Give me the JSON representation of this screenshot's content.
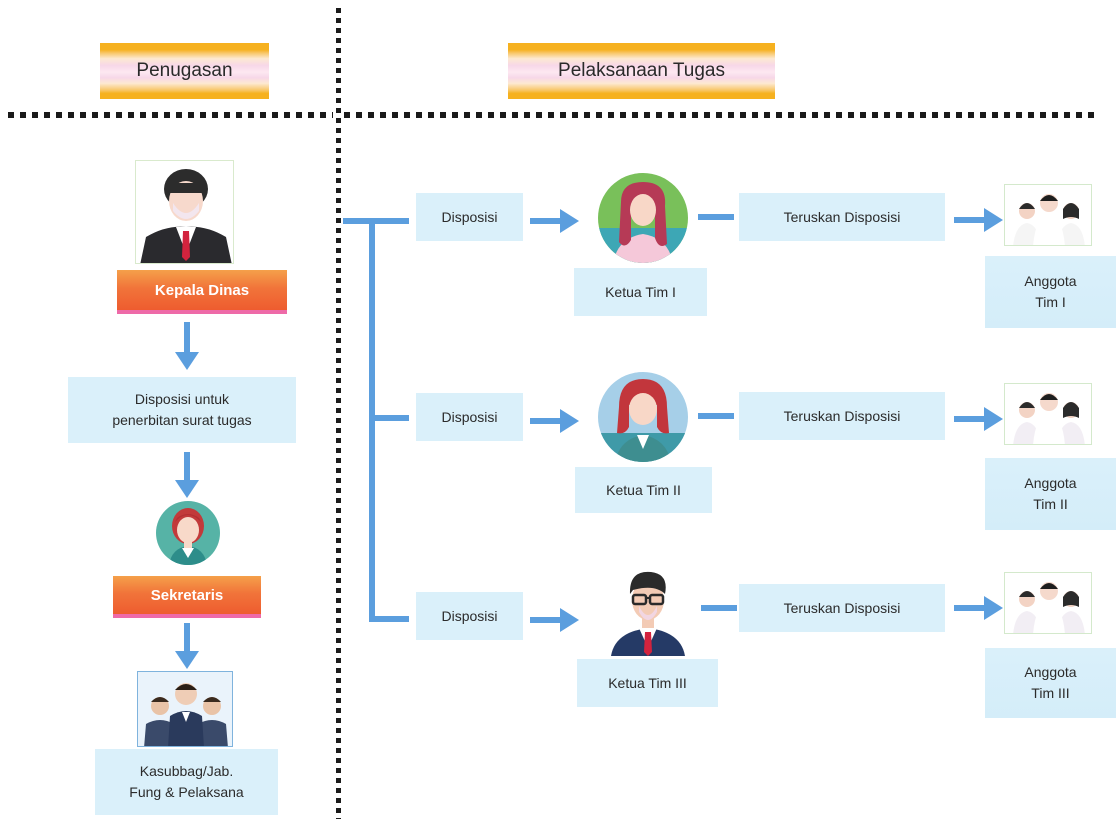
{
  "headers": {
    "left": "Penugasan",
    "right": "Pelaksanaan Tugas"
  },
  "left_flow": {
    "role1": "Kepala Dinas",
    "disposition_line1": "Disposisi untuk",
    "disposition_line2": "penerbitan surat tugas",
    "role2": "Sekretaris",
    "staff_line1": "Kasubbag/Jab.",
    "staff_line2": "Fung & Pelaksana"
  },
  "teams": [
    {
      "disposition": "Disposisi",
      "leader": "Ketua Tim I",
      "forward": "Teruskan Disposisi",
      "members_line1": "Anggota",
      "members_line2": "Tim I"
    },
    {
      "disposition": "Disposisi",
      "leader": "Ketua Tim II",
      "forward": "Teruskan Disposisi",
      "members_line1": "Anggota",
      "members_line2": "Tim II"
    },
    {
      "disposition": "Disposisi",
      "leader": "Ketua Tim III",
      "forward": "Teruskan Disposisi",
      "members_line1": "Anggota",
      "members_line2": "Tim III"
    }
  ],
  "icons": {
    "head_of_office": "man-in-suit-icon",
    "secretary": "woman-avatar-icon",
    "staff": "group-of-people-icon",
    "leader1": "woman-avatar-icon",
    "leader2": "woman-avatar-icon",
    "leader3": "man-with-glasses-icon",
    "members": "group-of-people-icon",
    "arrow": "arrow-right-icon"
  },
  "colors": {
    "header_band": "#f6b11f",
    "role_bar": "#ee5c2f",
    "role_bar_accent": "#ee6aa8",
    "box": "#daf0fa",
    "connector": "#5b9ede"
  }
}
